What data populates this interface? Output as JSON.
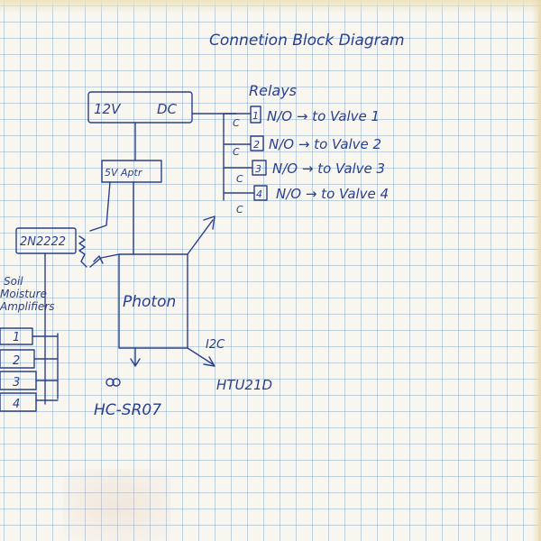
{
  "title": "Connetion Block Diagram",
  "power": {
    "left": "12V",
    "right": "DC"
  },
  "adapter": "5V Aptr",
  "transistor": "2N2222",
  "controller": "Photon",
  "sensors_label": [
    "Soil",
    "Moisture",
    "Amplifiers"
  ],
  "sensors": [
    "1",
    "2",
    "3",
    "4"
  ],
  "relays_label": "Relays",
  "relays": [
    {
      "num": "1",
      "text": "N/O → to Valve 1",
      "c": "C"
    },
    {
      "num": "2",
      "text": "N/O → to Valve 2",
      "c": "C"
    },
    {
      "num": "3",
      "text": "N/O → to Valve 3",
      "c": "C"
    },
    {
      "num": "4",
      "text": "N/O → to Valve 4",
      "c": "C"
    }
  ],
  "i2c": "I2C",
  "hum_sensor": "HTU21D",
  "ultrasonic": "HC-SR07",
  "colors": {
    "ink": "#2a3f8f",
    "grid": "#8fb3d6",
    "paper": "#f8f6ef"
  }
}
